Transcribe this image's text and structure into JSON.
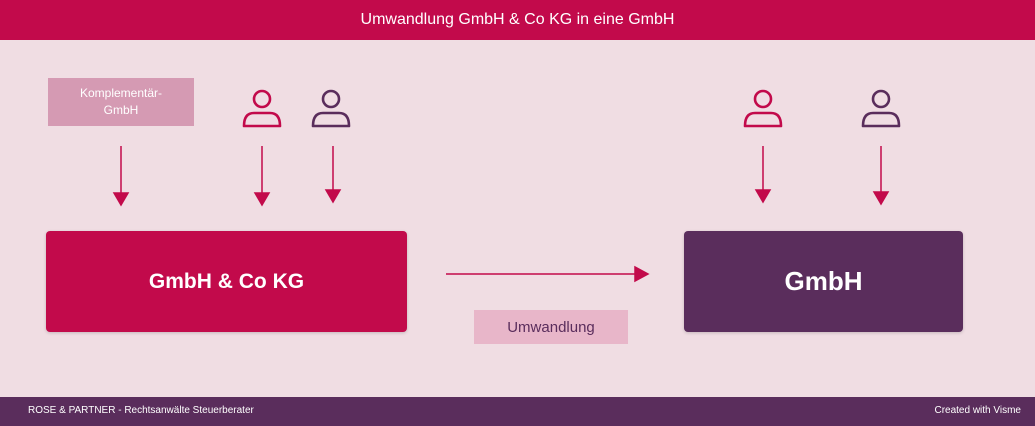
{
  "header": {
    "title": "Umwandlung GmbH & Co KG in eine GmbH"
  },
  "badge": {
    "label": "Komplementär-\nGmbH"
  },
  "boxes": {
    "source": "GmbH & Co KG",
    "target": "GmbH"
  },
  "arrow_label": "Umwandlung",
  "footer": {
    "left": "ROSE & PARTNER - Rechtsanwälte Steuerberater",
    "right": "Created with Visme"
  },
  "colors": {
    "crimson": "#c20a4b",
    "plum": "#5a2d5c",
    "background": "#f0dde3",
    "badge": "#d59ab3",
    "label": "#e8b6c9"
  },
  "icons": [
    "person-icon-crimson",
    "person-icon-plum",
    "person-icon-crimson",
    "person-icon-plum"
  ]
}
